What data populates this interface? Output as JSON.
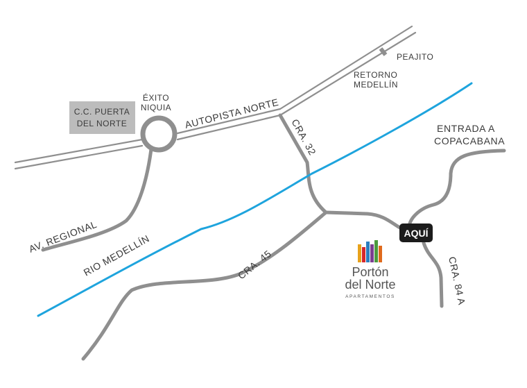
{
  "map": {
    "colors": {
      "road": "#8f8f8f",
      "river": "#1ea4dd",
      "label": "#3a3a3a",
      "mall_block": "#bcbcbc",
      "marker": "#1c1c1c",
      "marker_text": "#ffffff",
      "logo_bars": [
        "#e8a21b",
        "#d6282b",
        "#2c7fbf",
        "#7a3f91",
        "#4c9b3e",
        "#e06a1d"
      ]
    },
    "places": {
      "mall_line1": "C.C. PUERTA",
      "mall_line2": "DEL NORTE",
      "exito_line1": "ÉXITO",
      "exito_line2": "NIQUIA",
      "peajito": "PEAJITO",
      "retorno_line1": "RETORNO",
      "retorno_line2": "MEDELLÍN",
      "entrada_line1": "ENTRADA A",
      "entrada_line2": "COPACABANA"
    },
    "roads": {
      "autopista": "AUTOPISTA NORTE",
      "cra32": "CRA. 32",
      "regional": "AV. REGIONAL",
      "rio": "RIO MEDELLÍN",
      "cra45": "CRA. 45",
      "cra84a": "CRA. 84 A"
    },
    "marker": {
      "label": "AQUÍ"
    },
    "logo": {
      "line1": "Portón",
      "line2": "del Norte",
      "tagline": "APARTAMENTOS"
    }
  }
}
